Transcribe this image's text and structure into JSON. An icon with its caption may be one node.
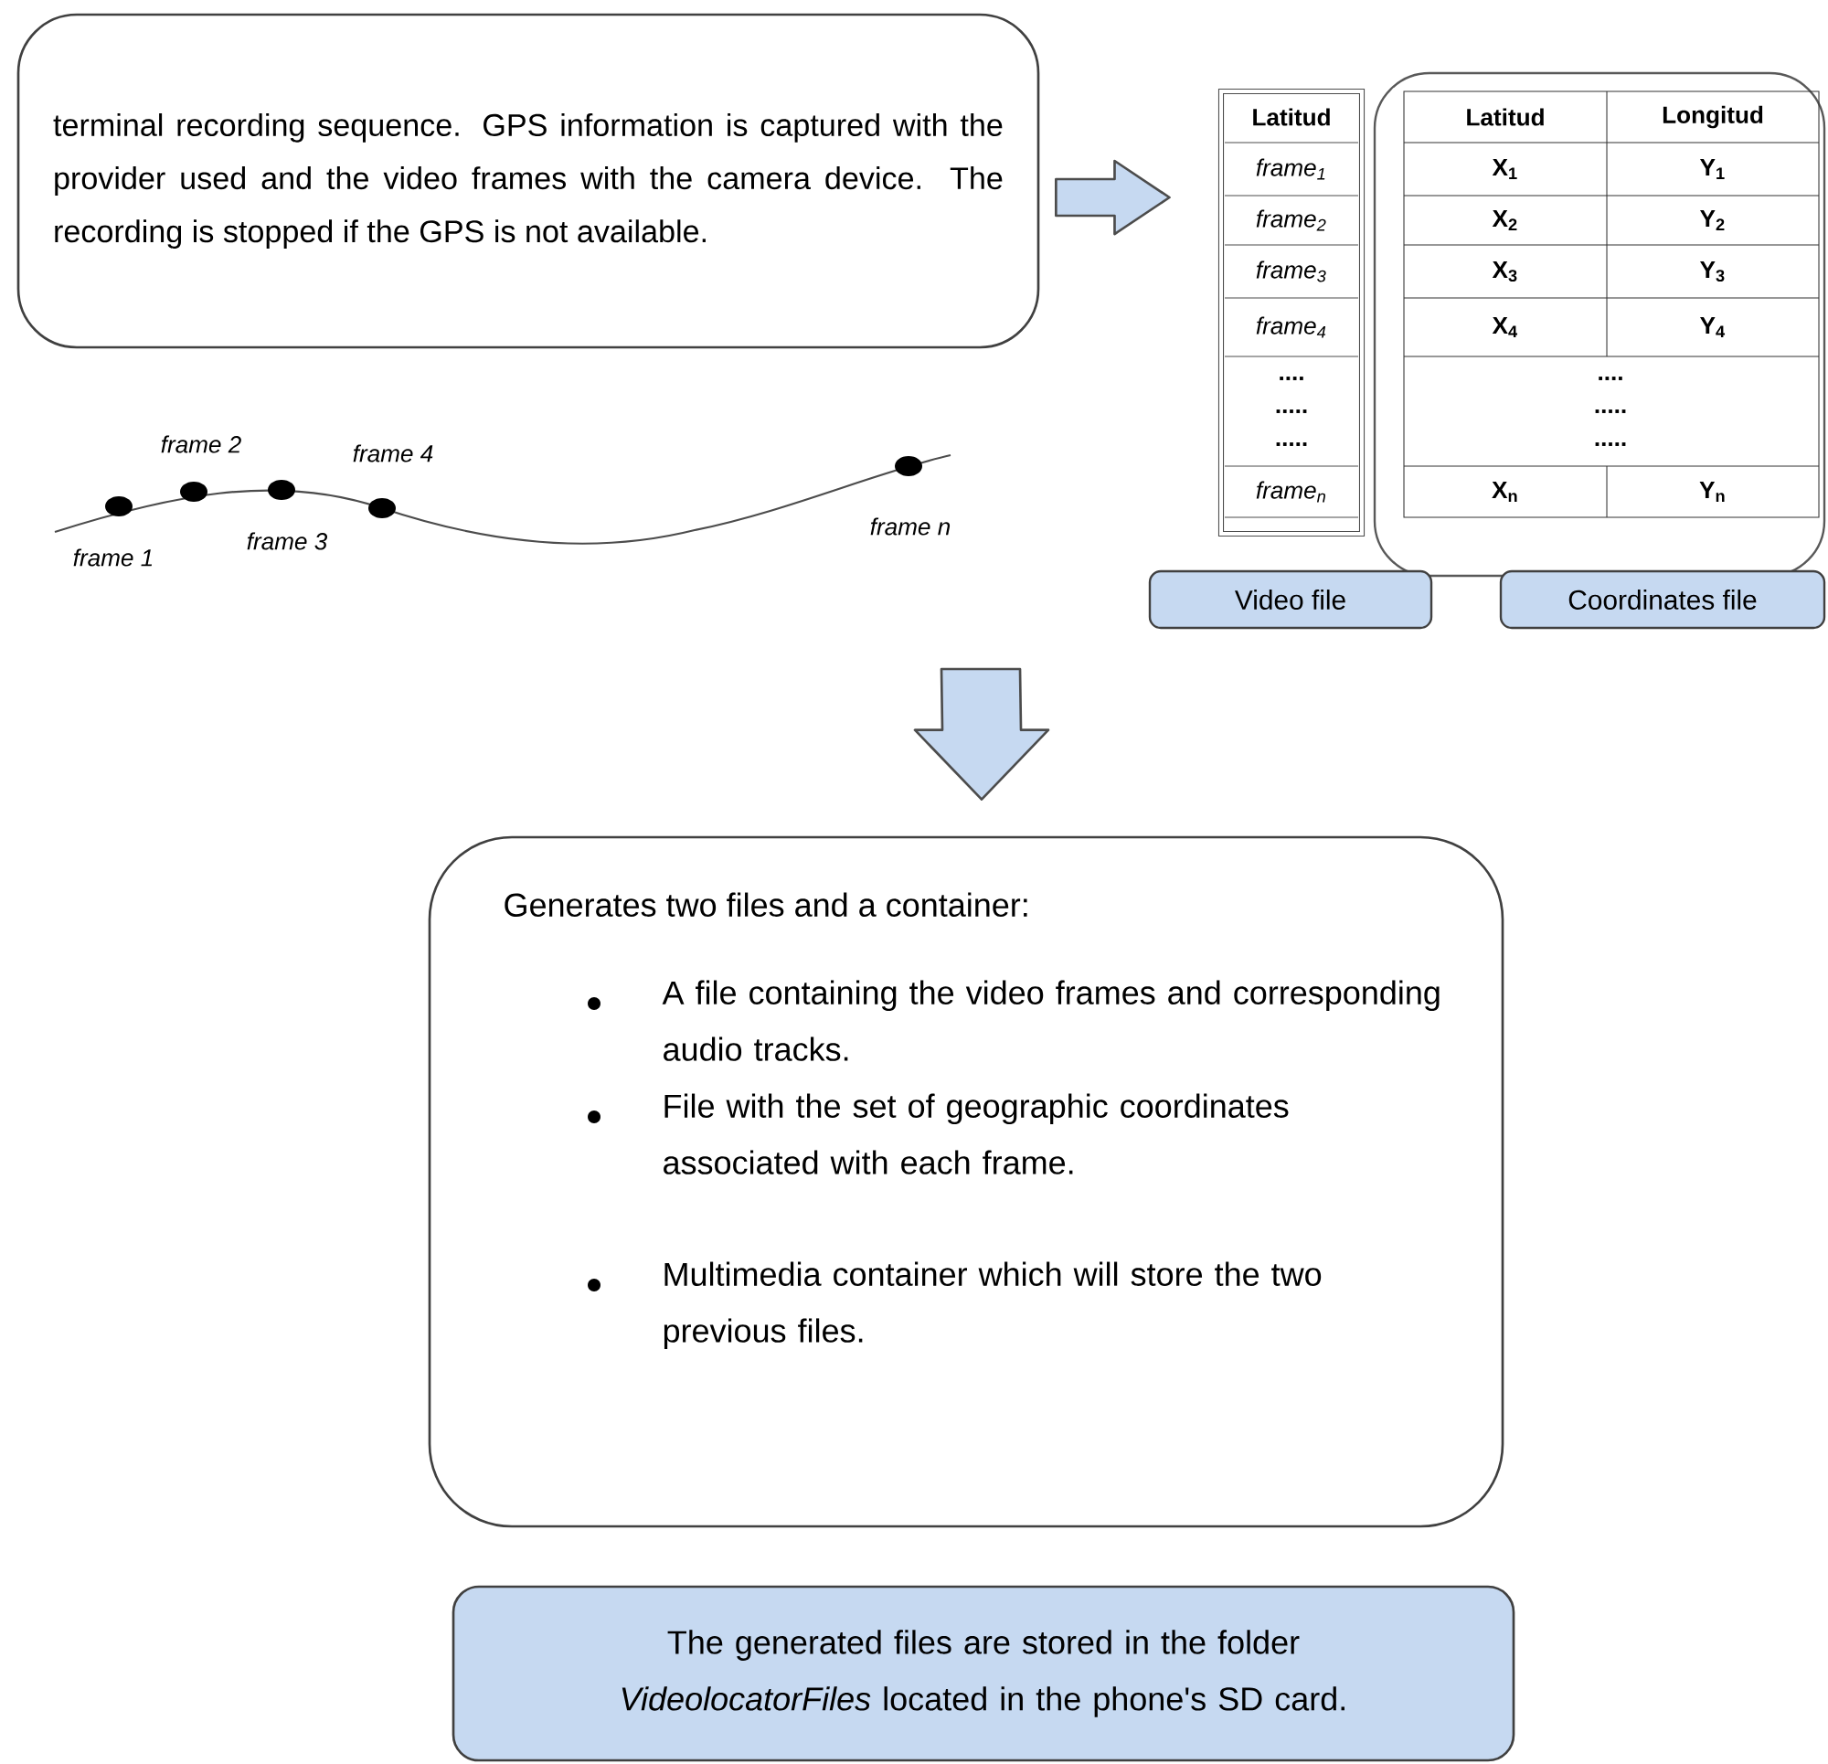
{
  "diagram": {
    "nodes": [
      {
        "text": [
          "terminal recording sequence. GPS information is captured with the provider used and the video frames with the camera device. The recording is stopped if the GPS is not available."
        ]
      },
      {
        "text": [
          "Latitud",
          "frame$_{1}$",
          "frame$_{2}$",
          "frame$_{3}$",
          "frame$_{4}$",
          "....",
          ".....",
          ".....",
          "frame$_{n}$"
        ]
      },
      {
        "text": [
          "Latitud",
          "Longitud",
          "X$_{1}$",
          "Y$_{1}$",
          "X$_{2}$",
          "Y$_{2}$",
          "X$_{3}$",
          "Y$_{3}$",
          "X$_{4}$",
          "Y$_{4}$",
          "....",
          ".....",
          ".....",
          "X$_{n}$",
          "Y$_{n}$"
        ]
      },
      {
        "text": [
          "Video file"
        ]
      },
      {
        "text": [
          "Coordinates file"
        ]
      },
      {
        "text": [
          "Generates two files and a container:",
          "A file containing the video frames and corresponding audio tracks.",
          "File with the set of geographic coordinates associated with each frame.",
          "Multimedia container which will store the two previous files."
        ]
      },
      {
        "text": [
          "The generated files are stored in the folder *VideolocatorFiles* located in the phone's SD card."
        ]
      }
    ],
    "edges": [
      {
        "from": 0,
        "to": 1,
        "arrow": "to"
      },
      {
        "from": null,
        "to": 5,
        "arrow": "to"
      }
    ],
    "labels": [
      "frame 2",
      "frame 4",
      "frame 3",
      "frame 1",
      "frame n"
    ]
  }
}
